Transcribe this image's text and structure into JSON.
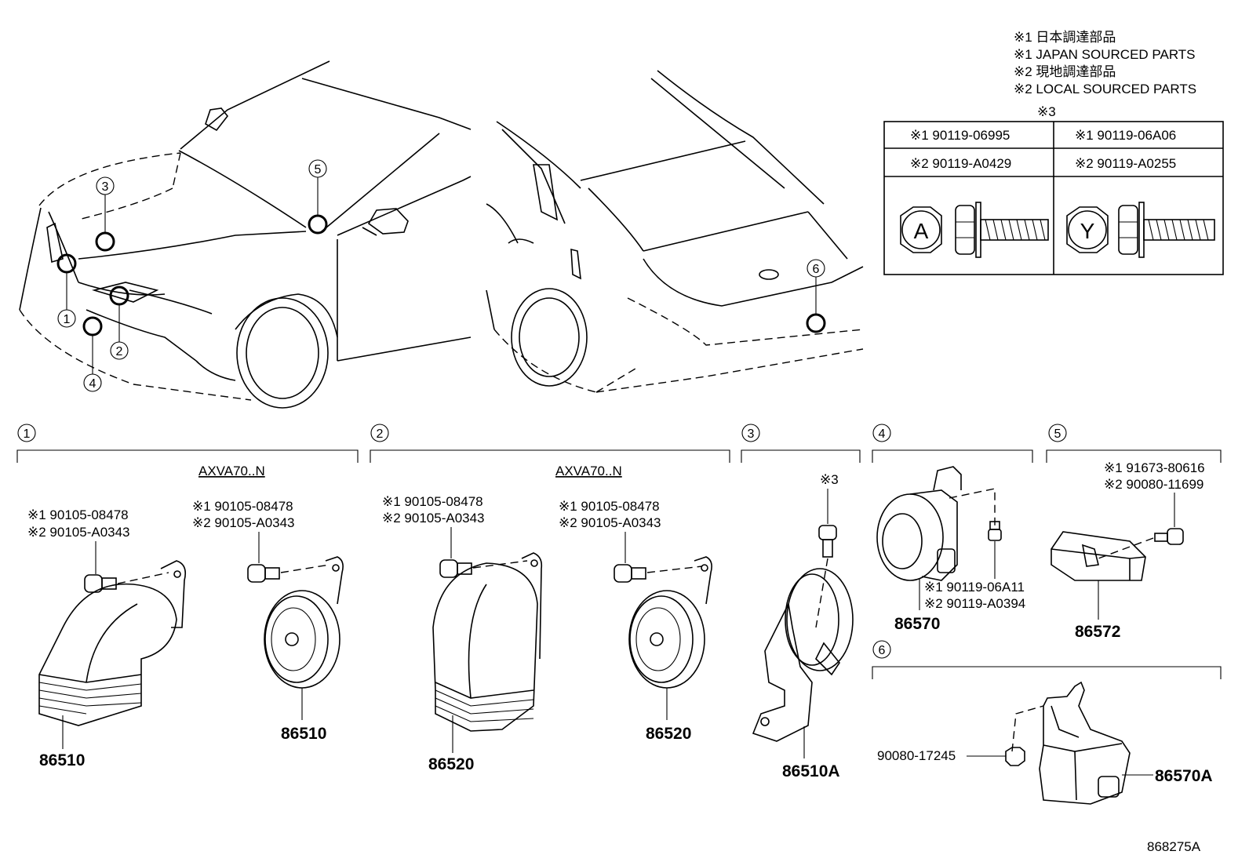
{
  "legend": {
    "line1": "※1 日本調達部品",
    "line2": "※1 JAPAN SOURCED PARTS",
    "line3": "※2 現地調達部品",
    "line4": "※2 LOCAL SOURCED PARTS"
  },
  "bolt_table": {
    "title": "※3",
    "left_pn1": "※1 90119-06995",
    "left_pn2": "※2 90119-A0429",
    "right_pn1": "※1 90119-06A06",
    "right_pn2": "※2 90119-A0255",
    "left_mark": "A",
    "right_mark": "Y"
  },
  "callouts": [
    "1",
    "2",
    "3",
    "4",
    "5",
    "6"
  ],
  "sections": {
    "s1": {
      "num": "1",
      "model": "AXVA70..N",
      "bolt_a_pn1": "※1 90105-08478",
      "bolt_a_pn2": "※2 90105-A0343",
      "bolt_b_pn1": "※1 90105-08478",
      "bolt_b_pn2": "※2 90105-A0343",
      "part_a": "86510",
      "part_b": "86510"
    },
    "s2": {
      "num": "2",
      "model": "AXVA70..N",
      "bolt_a_pn1": "※1 90105-08478",
      "bolt_a_pn2": "※2 90105-A0343",
      "bolt_b_pn1": "※1 90105-08478",
      "bolt_b_pn2": "※2 90105-A0343",
      "part_a": "86520",
      "part_b": "86520"
    },
    "s3": {
      "num": "3",
      "bolt": "※3",
      "part": "86510A"
    },
    "s4": {
      "num": "4",
      "pn1": "※1 90119-06A11",
      "pn2": "※2 90119-A0394",
      "part": "86570"
    },
    "s5": {
      "num": "5",
      "pn1": "※1 91673-80616",
      "pn2": "※2 90080-11699",
      "part": "86572"
    },
    "s6": {
      "num": "6",
      "nut": "90080-17245",
      "part": "86570A"
    }
  },
  "diagram_id": "868275A"
}
